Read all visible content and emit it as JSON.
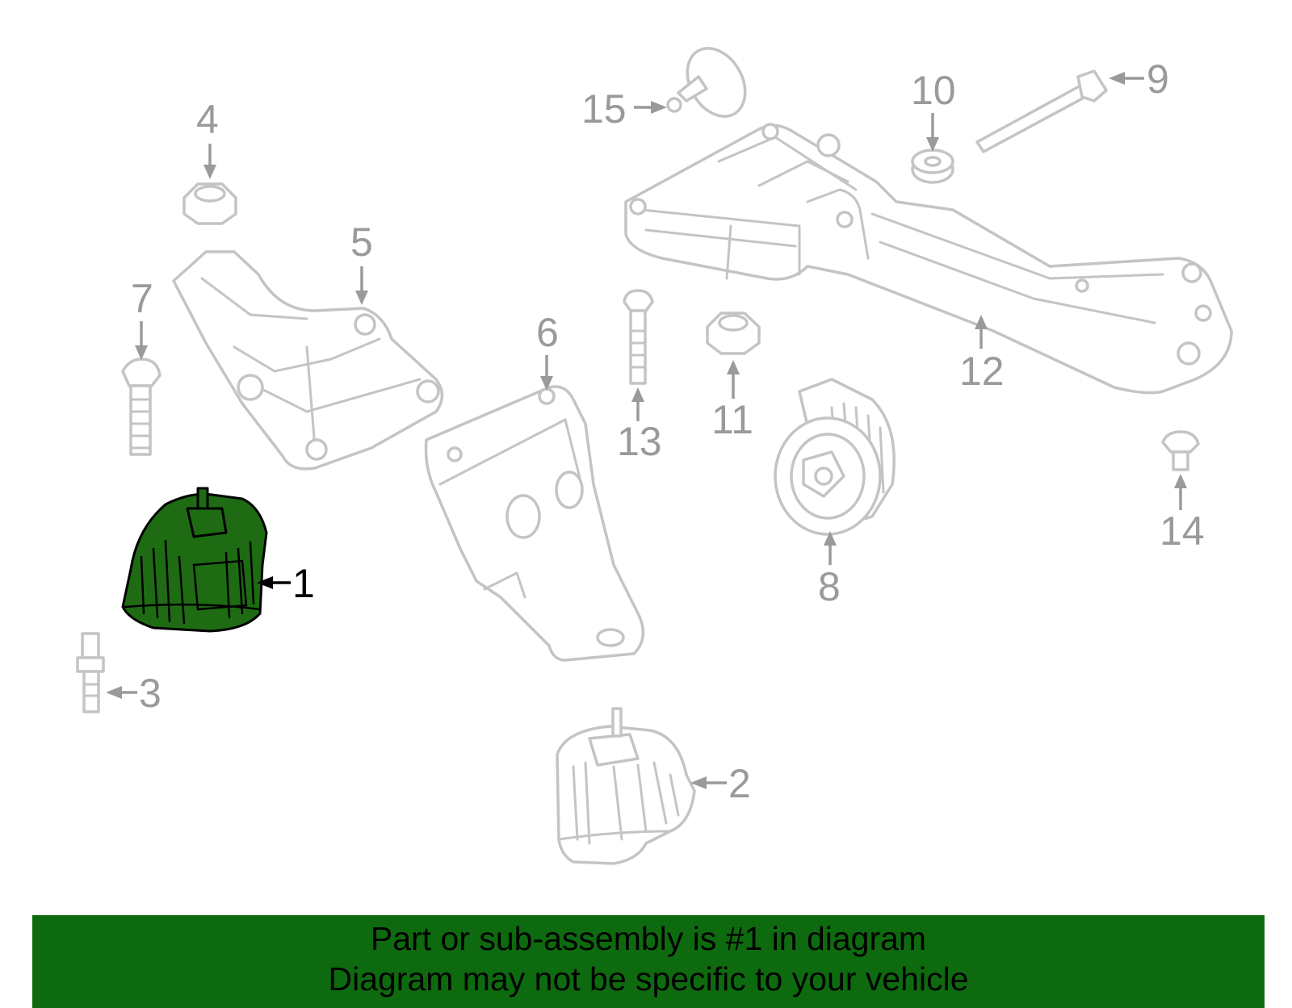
{
  "diagram": {
    "highlighted_part": "1",
    "colors": {
      "highlight": "#1e6b14",
      "banner": "#0e6a0e",
      "part_outline": "#c4c4c4",
      "callout": "#9a9a9a"
    },
    "callouts": [
      {
        "id": "c1",
        "label": "1",
        "active": true
      },
      {
        "id": "c2",
        "label": "2"
      },
      {
        "id": "c3",
        "label": "3"
      },
      {
        "id": "c4",
        "label": "4"
      },
      {
        "id": "c5",
        "label": "5"
      },
      {
        "id": "c6",
        "label": "6"
      },
      {
        "id": "c7",
        "label": "7"
      },
      {
        "id": "c8",
        "label": "8"
      },
      {
        "id": "c9",
        "label": "9"
      },
      {
        "id": "c10",
        "label": "10"
      },
      {
        "id": "c11",
        "label": "11"
      },
      {
        "id": "c12",
        "label": "12"
      },
      {
        "id": "c13",
        "label": "13"
      },
      {
        "id": "c14",
        "label": "14"
      },
      {
        "id": "c15",
        "label": "15"
      }
    ]
  },
  "banner": {
    "line1": "Part or sub-assembly is #1 in diagram",
    "line2": "Diagram may not be specific to your vehicle"
  }
}
